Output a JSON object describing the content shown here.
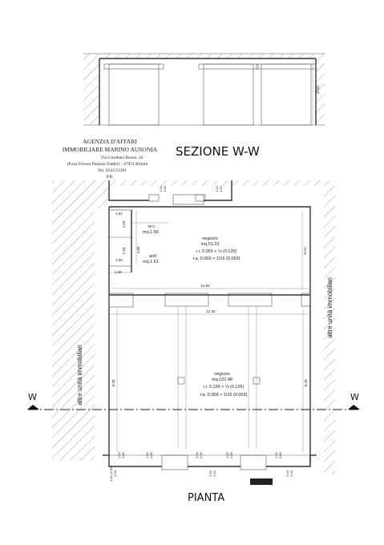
{
  "agency": {
    "line1": "AGENZIA D'AFFARI",
    "line2": "IMMOBILIARE MARINO AUSONIA",
    "line3": "Via Giordano Bruno, 42",
    "line4": "(P.zza Ferrari-Palazzo Fabbri) - 47921 Rimini",
    "line5": "Tel. 0541/51281",
    "line6": "P.R."
  },
  "section": {
    "title": "SEZIONE W-W",
    "height_label": "2.50"
  },
  "plan": {
    "title": "PIANTA",
    "section_marker": "W",
    "side_label": "altre unità immobiliari",
    "rooms": {
      "wc": {
        "name": "w.c.",
        "area": "mq.1.56"
      },
      "anti": {
        "name": "anti",
        "area": "mq.1.61"
      },
      "negozio1": {
        "name": "negozio",
        "area": "mq.51.23",
        "ri": "r.i. 0.065 < ⅛ (0.125)",
        "ra": "r.a. 0.065 > 1/16 (0.063)"
      },
      "negozio2": {
        "name": "negozio",
        "area": "mq.102.48",
        "ri": "r.i. 0.155 > ⅛ (0.125)",
        "ra": "r.a. 0.068 > 1/16 (0.063)"
      }
    },
    "dims": {
      "d1_02": "1.02",
      "d1_53a": "1.53",
      "d1_53b": "1.53",
      "d1_05": "1.05",
      "d4_80": "4.80",
      "d1_29": "1.29",
      "d11_60": "11.60",
      "d12_30": "12.30",
      "d6_91": "6.91",
      "d8_30": "8.30",
      "d8_20": "8.20",
      "top_w1": "1.20",
      "top_h1": "1.50",
      "top_w2": "1.20",
      "top_h2": "1.50",
      "b1a": "1.50",
      "b1b": "0.46",
      "b2a": "1.50",
      "b2b": "0.46",
      "b3a": "1.45",
      "b3b": "0.46",
      "b4a": "1.45",
      "b4b": "0.46",
      "b5a": "1.32",
      "b5b": "0.46",
      "b6a": "3.01 (3.50)",
      "b6b": "2.00",
      "b7a": "2.90",
      "b7b": "2.00",
      "b8a": "2.64",
      "b8b": "2.00"
    }
  }
}
